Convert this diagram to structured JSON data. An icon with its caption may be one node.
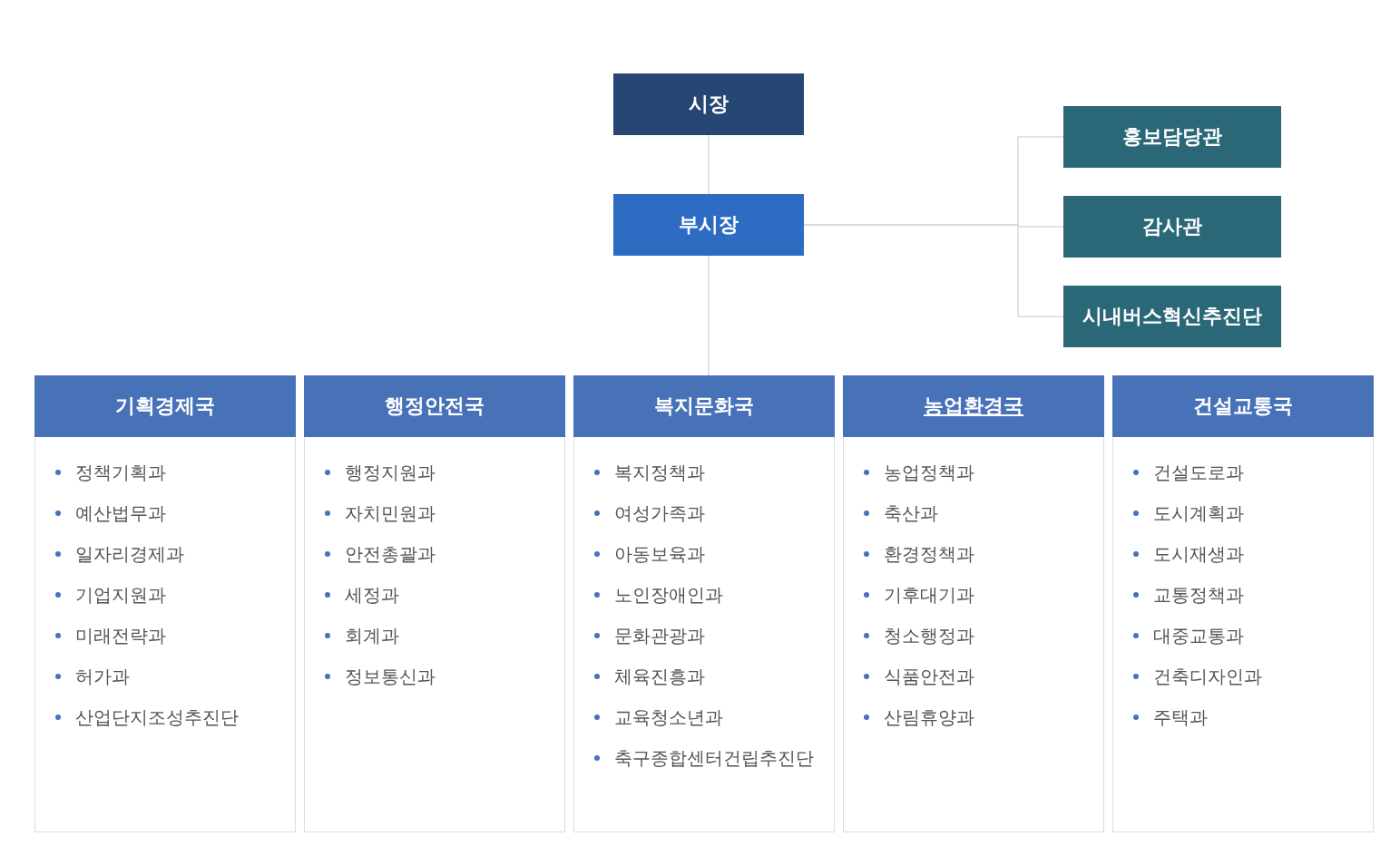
{
  "diagram": {
    "nodes": [
      {
        "text": [
          "시장"
        ]
      },
      {
        "text": [
          "부시장"
        ]
      },
      {
        "text": [
          "홍보담당관"
        ]
      },
      {
        "text": [
          "감사관"
        ]
      },
      {
        "text": [
          "시내버스혁신추진단"
        ]
      },
      {
        "text": [
          "기획경제국",
          "정책기획과",
          "예산법무과",
          "일자리경제과",
          "기업지원과",
          "미래전략과",
          "허가과",
          "산업단지조성추진단"
        ]
      },
      {
        "text": [
          "행정안전국",
          "행정지원과",
          "자치민원과",
          "안전총괄과",
          "세정과",
          "회계과",
          "정보통신과"
        ]
      },
      {
        "text": [
          "복지문화국",
          "복지정책과",
          "여성가족과",
          "아동보육과",
          "노인장애인과",
          "문화관광과",
          "체육진흥과",
          "교육청소년과",
          "축구종합센터건립추진단"
        ]
      },
      {
        "text": [
          "농업환경국",
          "농업정책과",
          "축산과",
          "환경정책과",
          "기후대기과",
          "청소행정과",
          "식품안전과",
          "산림휴양과"
        ]
      },
      {
        "text": [
          "건설교통국",
          "건설도로과",
          "도시계획과",
          "도시재생과",
          "교통정책과",
          "대중교통과",
          "건축디자인과",
          "주택과"
        ]
      }
    ],
    "edges": [
      {
        "from": 0,
        "to": 1,
        "arrow": "none"
      },
      {
        "from": 1,
        "to": 2,
        "arrow": "none"
      },
      {
        "from": 1,
        "to": 3,
        "arrow": "none"
      },
      {
        "from": 1,
        "to": 4,
        "arrow": "none"
      },
      {
        "from": 1,
        "to": 7,
        "arrow": "none"
      }
    ]
  }
}
